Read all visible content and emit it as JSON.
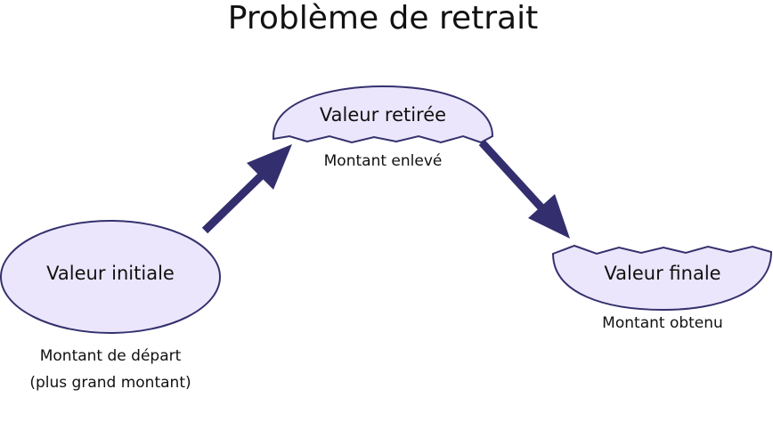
{
  "title": "Problème de retrait",
  "nodes": {
    "initial": {
      "label": "Valeur initiale",
      "caption_line1": "Montant de départ",
      "caption_line2": "(plus grand montant)"
    },
    "removed": {
      "label": "Valeur retirée",
      "caption": "Montant enlevé"
    },
    "final": {
      "label": "Valeur finale",
      "caption": "Montant obtenu"
    }
  },
  "colors": {
    "fill": "#ebe6fb",
    "stroke": "#35316e",
    "arrow": "#332f6e"
  }
}
